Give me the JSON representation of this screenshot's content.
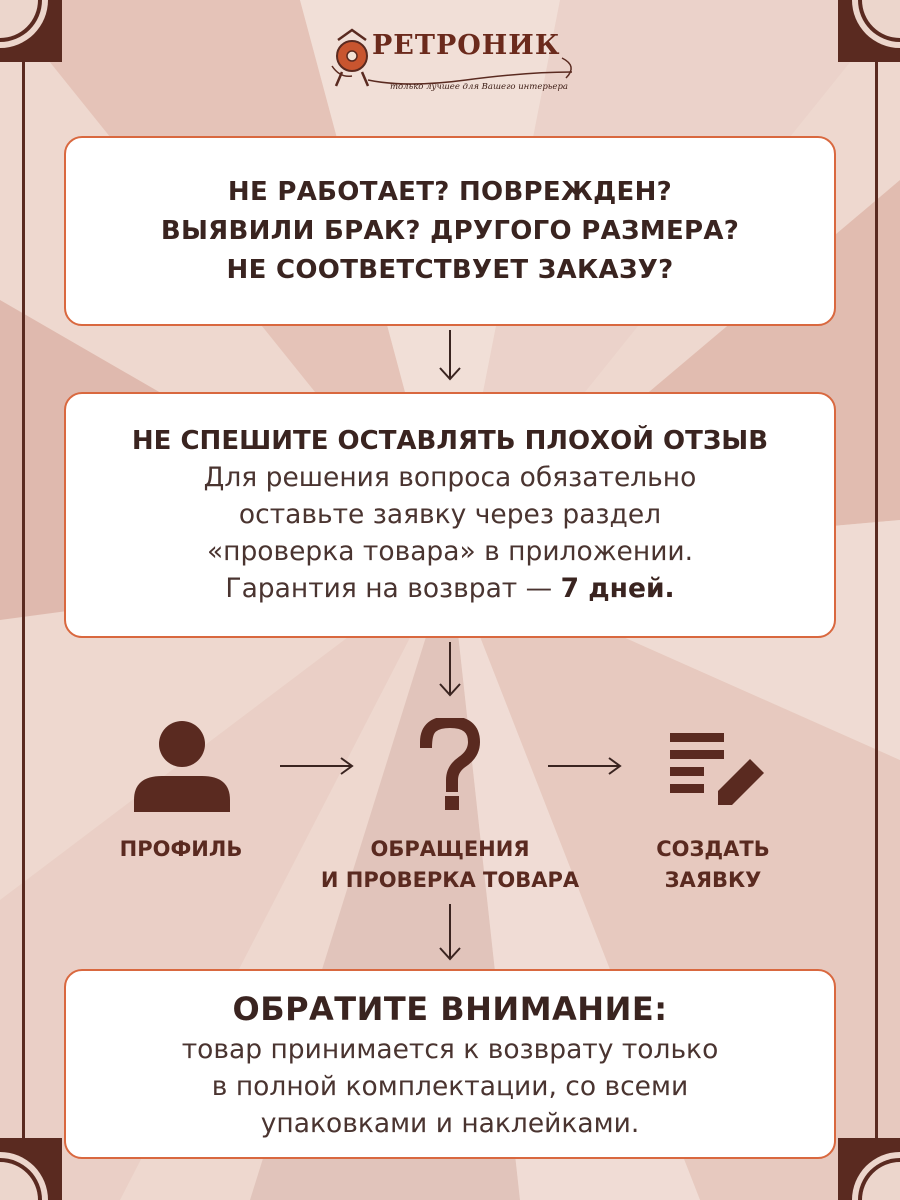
{
  "logo": {
    "name": "РЕТРОНИК",
    "tagline": "только лучшее для Вашего интерьера"
  },
  "box1": {
    "lines": [
      "НЕ РАБОТАЕТ? ПОВРЕЖДЕН?",
      "ВЫЯВИЛИ БРАК? ДРУГОГО РАЗМЕРА?",
      "НЕ СООТВЕТСТВУЕТ ЗАКАЗУ?"
    ]
  },
  "box2": {
    "heading": "НЕ СПЕШИТЕ ОСТАВЛЯТЬ ПЛОХОЙ ОТЗЫВ",
    "lines": [
      "Для решения вопроса обязательно",
      "оставьте заявку через раздел",
      "«проверка товара» в приложении."
    ],
    "guarantee_prefix": "Гарантия на возврат — ",
    "guarantee_value": "7 дней."
  },
  "steps": [
    {
      "icon": "user-icon",
      "lines": [
        "ПРОФИЛЬ"
      ]
    },
    {
      "icon": "question-mark-icon",
      "lines": [
        "ОБРАЩЕНИЯ",
        "И ПРОВЕРКА ТОВАРА"
      ]
    },
    {
      "icon": "edit-document-icon",
      "lines": [
        "СОЗДАТЬ",
        "ЗАЯВКУ"
      ]
    }
  ],
  "box3": {
    "heading": "ОБРАТИТЕ ВНИМАНИЕ:",
    "lines": [
      "товар принимается к возврату только",
      "в полной комплектации, со всеми",
      "упаковками и наклейками."
    ]
  },
  "colors": {
    "accent_border": "#d9683f",
    "dark_brown": "#5a2a20",
    "text": "#3a2420"
  }
}
